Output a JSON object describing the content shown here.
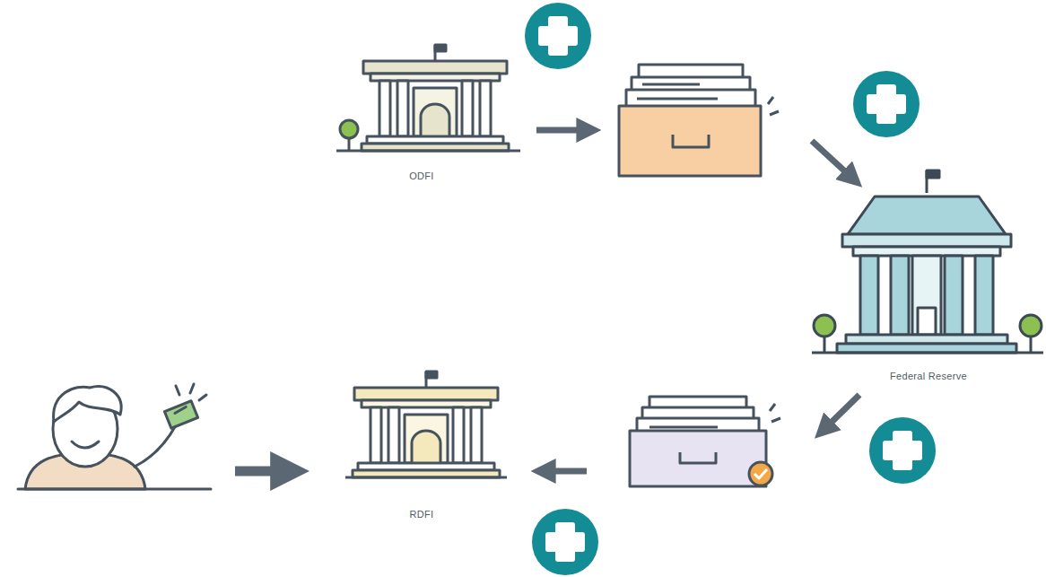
{
  "diagram": {
    "nodes": [
      {
        "text": [
          "ODFI"
        ]
      },
      {
        "text": [
          "Federal Reserve"
        ]
      },
      {
        "text": [
          "RDFI"
        ]
      }
    ],
    "edges": [
      {
        "from": 0,
        "to": 1,
        "arrow": "to"
      },
      {
        "from": 1,
        "to": 2,
        "arrow": "to"
      }
    ]
  }
}
